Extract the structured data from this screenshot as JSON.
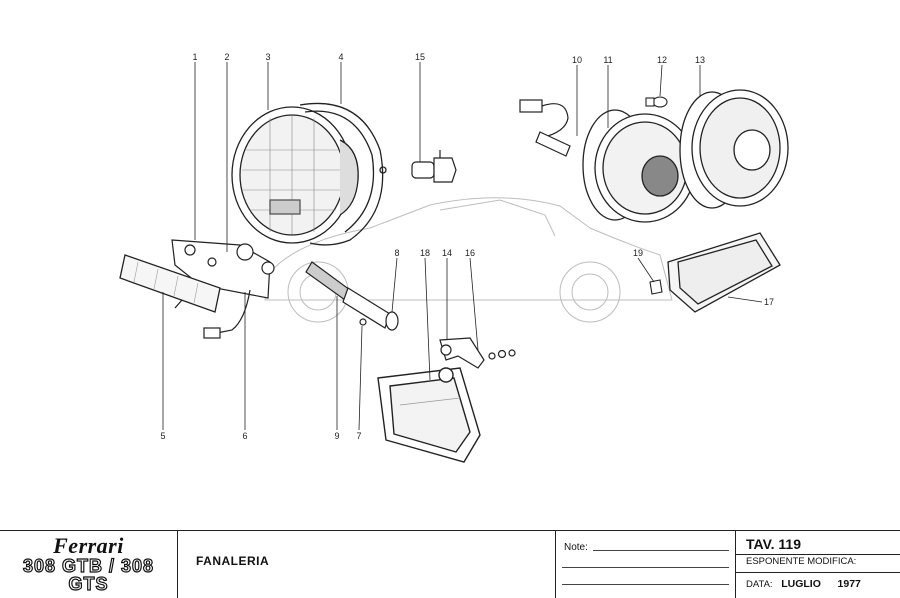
{
  "callouts": [
    "1",
    "2",
    "3",
    "4",
    "15",
    "10",
    "11",
    "12",
    "13",
    "8",
    "18",
    "14",
    "16",
    "19",
    "17",
    "5",
    "6",
    "9",
    "7"
  ],
  "title_block": {
    "brand": "Ferrari",
    "model": "308 GTB / 308 GTS",
    "description": "FANALERIA",
    "notes_label": "Note:",
    "table_label": "TAV.",
    "table_number": "119",
    "esponente_label": "ESPONENTE MODIFICA:",
    "date_label": "DATA:",
    "date_month": "LUGLIO",
    "date_year": "1977"
  }
}
